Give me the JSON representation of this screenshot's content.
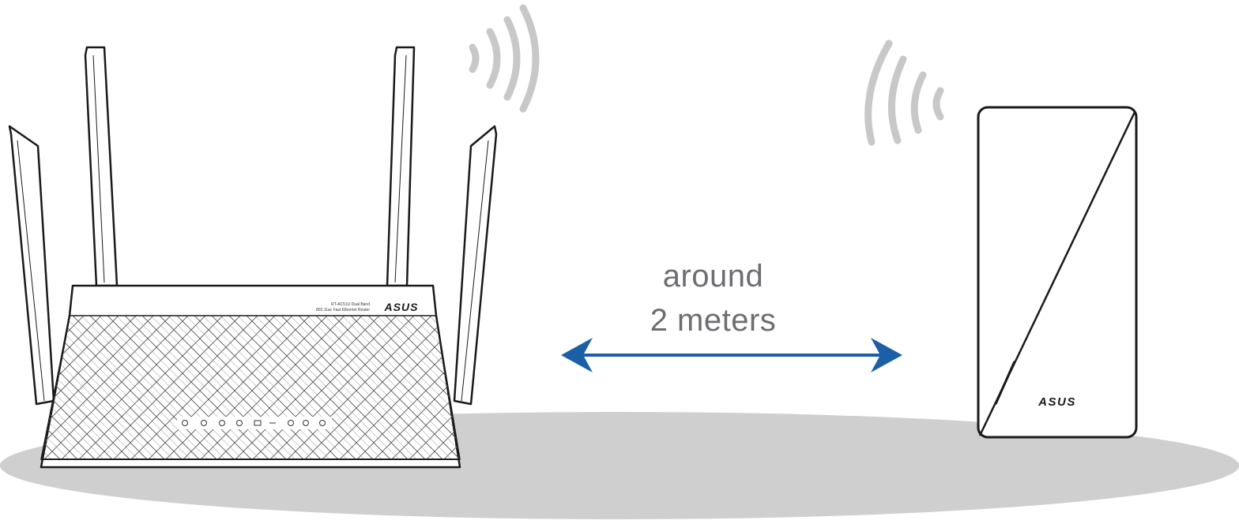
{
  "distance": {
    "line1": "around",
    "line2": "2 meters"
  },
  "router": {
    "model_line1": "RT-AC51U Dual Band",
    "model_line2": "802.11ac Fast Ethernet Router",
    "brand": "ASUS"
  },
  "extender": {
    "brand": "ASUS"
  },
  "colors": {
    "arrow": "#1b5fa6",
    "shadow": "#cfcfcf",
    "wifi_waves": "#c8c8c8",
    "text": "#6d6e71",
    "outline": "#1a1a1a"
  },
  "icons": [
    "wifi-signal-icon",
    "double-arrow-icon",
    "power-led-icon",
    "wifi-led-icon",
    "lan-led-icon",
    "wan-led-icon",
    "wps-led-icon"
  ]
}
